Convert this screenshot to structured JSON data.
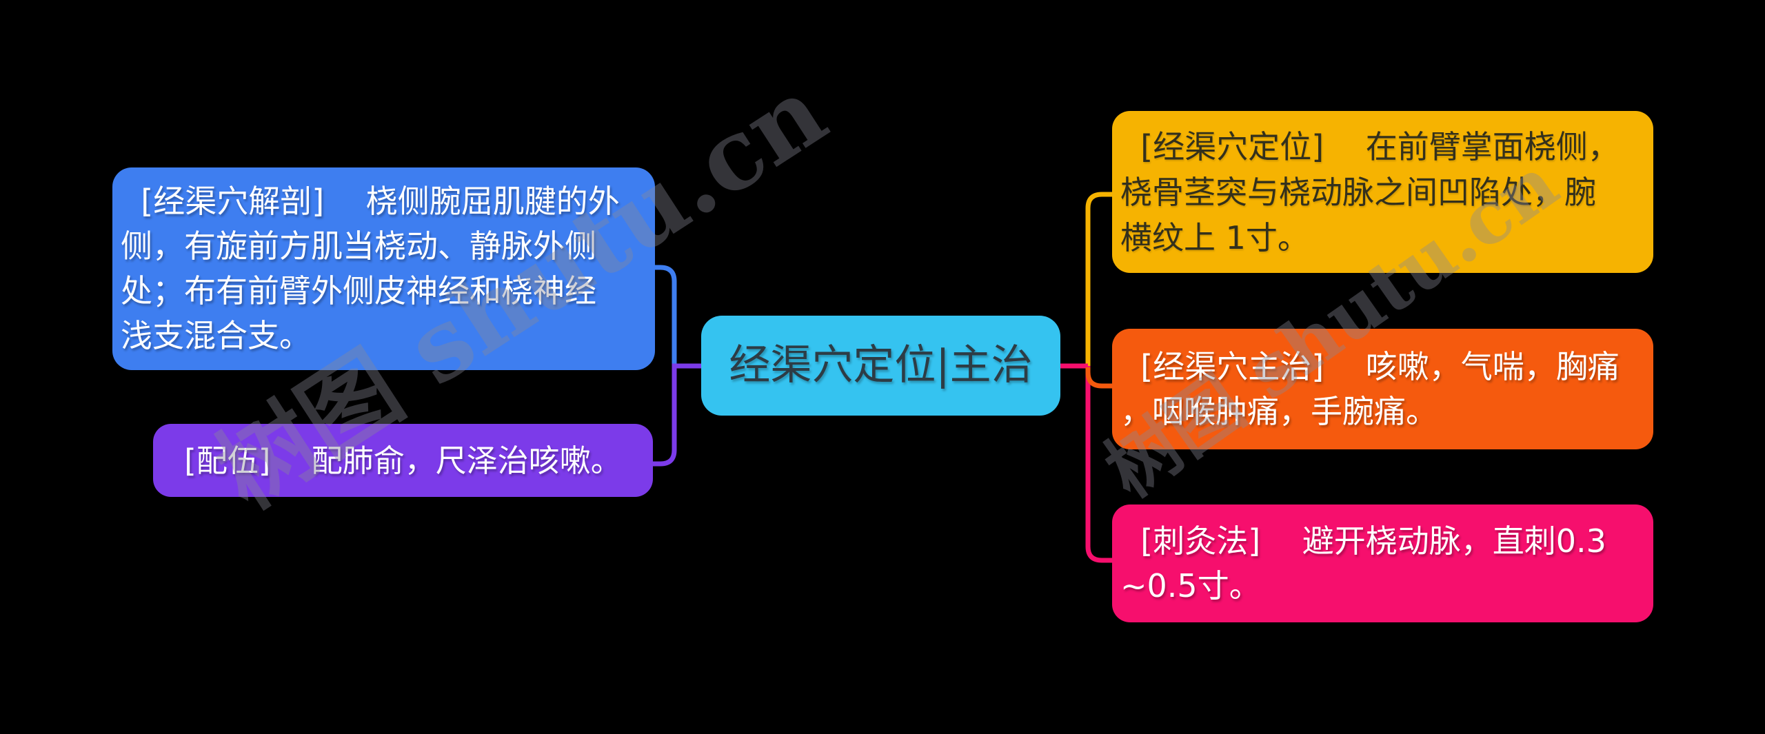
{
  "canvas": {
    "background": "#000000"
  },
  "watermark": {
    "text": "树图 shutu.cn",
    "color": "rgba(138,138,150,0.38)"
  },
  "nodes": {
    "root": {
      "bg": "#35C3F0",
      "fg": "#2D3C45",
      "text": "经渠穴定位|主治"
    },
    "anatomy": {
      "bg": "#3E7EF0",
      "fg": "#FFFFFF",
      "text": "  [经渠穴解剖]　 桡侧腕屈肌腱的外\n侧，有旋前方肌当桡动、静脉外侧\n处；布有前臂外侧皮神经和桡神经\n浅支混合支。"
    },
    "peiwu": {
      "bg": "#7C3BE9",
      "fg": "#FFFFFF",
      "text": "[配伍]　 配肺俞，尺泽治咳嗽。"
    },
    "location": {
      "bg": "#F6B301",
      "fg": "#33301C",
      "text": "  [经渠穴定位]　 在前臂掌面桡侧，\n桡骨茎突与桡动脉之间凹陷处，腕\n横纹上 1寸。"
    },
    "indications": {
      "bg": "#F55A0E",
      "fg": "#FFFFFF",
      "text": "  [经渠穴主治]　 咳嗽，气喘，胸痛\n，咽喉肿痛，手腕痛。"
    },
    "needling": {
      "bg": "#F60F6D",
      "fg": "#FFFFFF",
      "text": "  [刺灸法]　 避开桡动脉，直刺0.3\n~0.5寸。"
    }
  }
}
